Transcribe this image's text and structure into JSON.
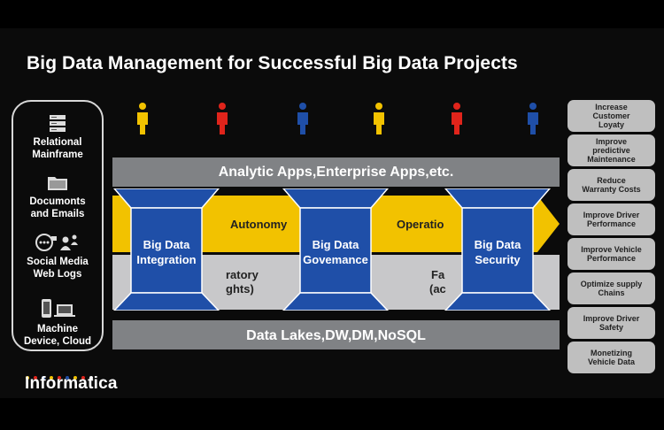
{
  "title": "Big Data Management for Successful Big Data Projects",
  "sources": [
    {
      "icon": "server-stack-icon",
      "label_line1": "Relational",
      "label_line2": "Mainframe"
    },
    {
      "icon": "folder-icon",
      "label_line1": "Documonts",
      "label_line2": "and Emails"
    },
    {
      "icon": "social-people-icon",
      "label_line1": "Social Media",
      "label_line2": "Web Logs"
    },
    {
      "icon": "devices-icon",
      "label_line1": "Machine",
      "label_line2": "Device, Cloud"
    }
  ],
  "people_colors": [
    "#f2c200",
    "#e0241b",
    "#1f4fa8",
    "#f2c200",
    "#e0241b",
    "#1f4fa8"
  ],
  "top_bar": "Analytic Apps,Enterprise Apps,etc.",
  "bottom_bar": "Data Lakes,DW,DM,NoSQL",
  "arrow_labels": {
    "autonomy": "Autonomy",
    "operational": "Operatio",
    "exploratory_1": "ratory",
    "exploratory_2": "ghts)",
    "fa_1": "Fa",
    "fa_2": "(ac"
  },
  "pillars": [
    {
      "line1": "Big Data",
      "line2": "Integration"
    },
    {
      "line1": "Big Data",
      "line2": "Govemance"
    },
    {
      "line1": "Big Data",
      "line2": "Security"
    }
  ],
  "outcomes": [
    [
      "Increase",
      "Customer",
      "Loyaty"
    ],
    [
      "Improve",
      "predictive",
      "Maintenance"
    ],
    [
      "Reduce",
      "Warranty Costs"
    ],
    [
      "Improve Driver",
      "Performance"
    ],
    [
      "Improve Vehicle",
      "Performance"
    ],
    [
      "Optimize supply",
      "Chains"
    ],
    [
      "Improve Driver",
      "Safety"
    ],
    [
      "Monetizing",
      "Vehicle Data"
    ]
  ],
  "logo": "Informatica",
  "colors": {
    "accent_yellow": "#f2c200",
    "pillar_blue": "#1f4fa8",
    "bar_gray": "#808285",
    "light_gray": "#c8c8ca",
    "pill_gray": "#bfbfbf"
  }
}
